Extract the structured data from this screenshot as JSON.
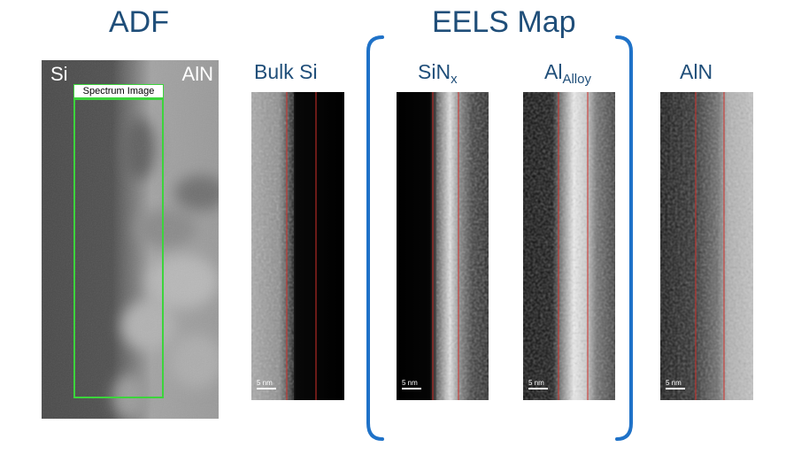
{
  "titles": {
    "adf": "ADF",
    "eels": "EELS Map"
  },
  "adf": {
    "left_label": "Si",
    "right_label": "AlN",
    "box_label": "Spectrum Image"
  },
  "maps": [
    {
      "id": "bulk-si",
      "label": "Bulk Si",
      "sub": "",
      "scale": "5 nm"
    },
    {
      "id": "sin",
      "label": "SiN",
      "sub": "x",
      "scale": "5 nm"
    },
    {
      "id": "al",
      "label": "Al",
      "sub": "Alloy",
      "scale": "5 nm"
    },
    {
      "id": "aln",
      "label": "AlN",
      "sub": "",
      "scale": "5 nm"
    }
  ],
  "colors": {
    "title": "#1f4e79",
    "bracket": "#1f72c8",
    "spectrum_box": "#3cd43c",
    "interface_line": "#d0302a"
  }
}
